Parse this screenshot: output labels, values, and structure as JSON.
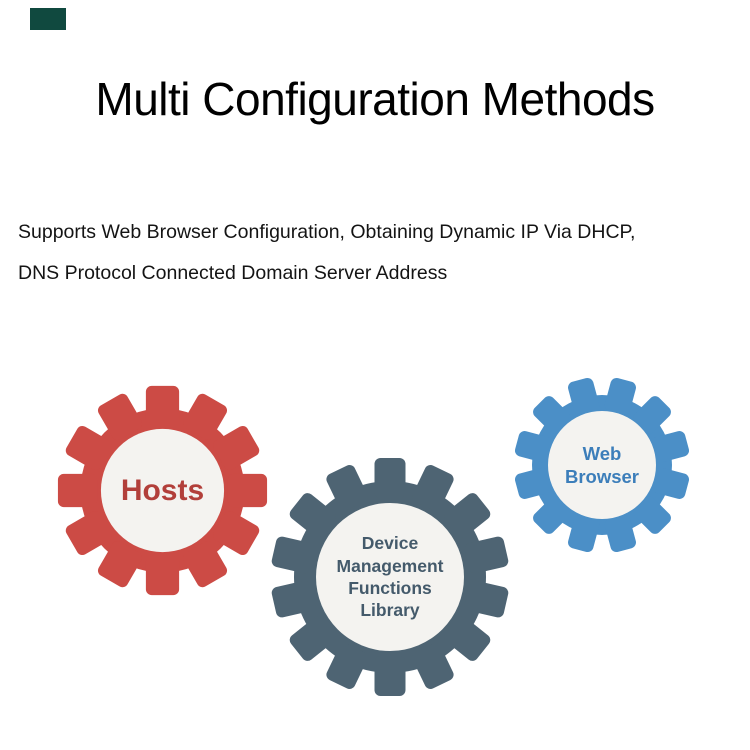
{
  "brand_mark": {
    "color": "#10493f"
  },
  "header": {
    "title": "Multi Configuration Methods"
  },
  "description": {
    "line1": "Supports Web Browser Configuration, Obtaining Dynamic IP Via DHCP,",
    "line2": "DNS Protocol Connected Domain Server Address"
  },
  "gears": [
    {
      "id": "hosts",
      "label": "Hosts",
      "color": "#cc4b45",
      "text_color": "#b23f3a",
      "inner_fill": "#f4f3f0"
    },
    {
      "id": "device-management",
      "label": "Device Management Functions Library",
      "color": "#4e6473",
      "text_color": "#445a6b",
      "inner_fill": "#f4f3f0"
    },
    {
      "id": "web-browser",
      "label": "Web Browser",
      "color": "#4b8fc7",
      "text_color": "#3c7eba",
      "inner_fill": "#f4f3f0"
    }
  ]
}
